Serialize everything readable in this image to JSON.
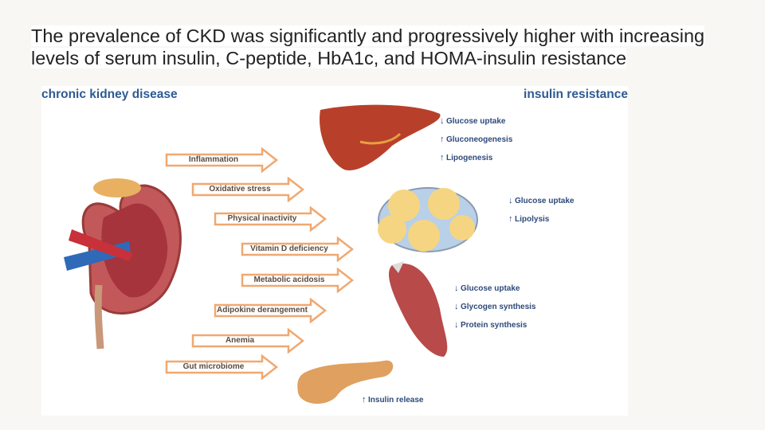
{
  "headline": "The prevalence of CKD was significantly and progressively higher with increasing levels of serum insulin, C-peptide, HbA1c, and HOMA-insulin resistance",
  "figure": {
    "left_title": "chronic kidney disease",
    "right_title": "insulin resistance",
    "factors": [
      "Inflammation",
      "Oxidative stress",
      "Physical inactivity",
      "Vitamin D deficiency",
      "Metabolic acidosis",
      "Adipokine derangement",
      "Anemia",
      "Gut microbiome"
    ],
    "liver_effects": [
      {
        "dir": "down",
        "label": "Glucose uptake"
      },
      {
        "dir": "up",
        "label": "Gluconeogenesis"
      },
      {
        "dir": "up",
        "label": "Lipogenesis"
      }
    ],
    "adipose_effects": [
      {
        "dir": "down",
        "label": "Glucose uptake"
      },
      {
        "dir": "up",
        "label": "Lipolysis"
      }
    ],
    "muscle_effects": [
      {
        "dir": "down",
        "label": "Glucose uptake"
      },
      {
        "dir": "down",
        "label": "Glycogen synthesis"
      },
      {
        "dir": "down",
        "label": "Protein synthesis"
      }
    ],
    "pancreas_effects": [
      {
        "dir": "up",
        "label": "Insulin release"
      }
    ]
  },
  "colors": {
    "title_blue": "#2e5a94",
    "arrow_border": "#f0a870",
    "liver": "#b8402a",
    "muscle": "#b84a4a",
    "pancreas": "#e0a060"
  }
}
